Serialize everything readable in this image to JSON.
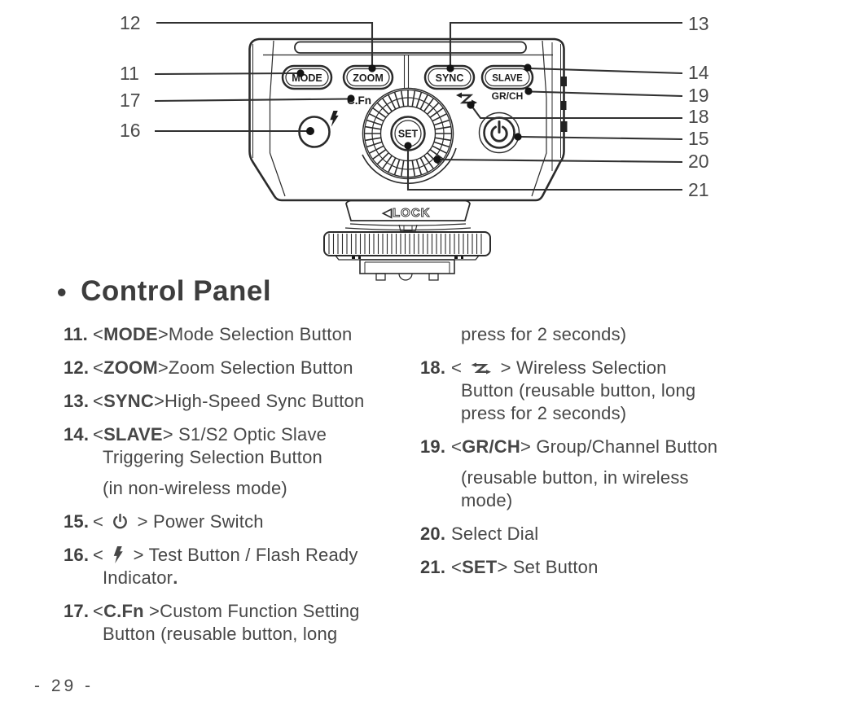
{
  "heading": {
    "bullet": "•",
    "text": "Control Panel"
  },
  "page_number": "- 29 -",
  "diagram": {
    "buttons": {
      "mode": "MODE",
      "zoom": "ZOOM",
      "sync": "SYNC",
      "slave": "SLAVE",
      "set": "SET"
    },
    "labels": {
      "cfn": "C.Fn",
      "grch": "GR/CH",
      "lock": "◁LOCK"
    },
    "callouts": {
      "n11": "11",
      "n12": "12",
      "n13": "13",
      "n14": "14",
      "n15": "15",
      "n16": "16",
      "n17": "17",
      "n18": "18",
      "n19": "19",
      "n20": "20",
      "n21": "21"
    }
  },
  "legend": {
    "left_items": [
      {
        "num": "11.",
        "lines": [
          {
            "seg": [
              {
                "t": "<"
              },
              {
                "t": "MODE",
                "b": true
              },
              {
                "t": ">Mode Selection Button"
              }
            ]
          }
        ]
      },
      {
        "num": "12.",
        "lines": [
          {
            "seg": [
              {
                "t": "<"
              },
              {
                "t": "ZOOM",
                "b": true
              },
              {
                "t": ">Zoom Selection Button"
              }
            ]
          }
        ]
      },
      {
        "num": "13.",
        "lines": [
          {
            "seg": [
              {
                "t": "<"
              },
              {
                "t": "SYNC",
                "b": true
              },
              {
                "t": ">High-Speed Sync Button"
              }
            ]
          }
        ]
      },
      {
        "num": "14.",
        "lines": [
          {
            "seg": [
              {
                "t": "<"
              },
              {
                "t": "SLAVE",
                "b": true
              },
              {
                "t": "> S1/S2 Optic Slave"
              }
            ]
          },
          {
            "w": true,
            "seg": [
              {
                "t": "Triggering Selection Button"
              }
            ]
          },
          {
            "w": true,
            "gap": true,
            "seg": [
              {
                "t": "(in non-wireless mode)"
              }
            ]
          }
        ]
      },
      {
        "num": "15.",
        "gap": true,
        "lines": [
          {
            "seg": [
              {
                "t": "< "
              },
              {
                "icon": "power-icon"
              },
              {
                "t": " > Power Switch"
              }
            ]
          }
        ]
      },
      {
        "num": "16.",
        "lines": [
          {
            "seg": [
              {
                "t": "< "
              },
              {
                "icon": "flash-icon"
              },
              {
                "t": " > Test Button / Flash Ready"
              }
            ]
          },
          {
            "w": true,
            "seg": [
              {
                "t": "Indicator"
              },
              {
                "t": ".",
                "b": true
              }
            ]
          }
        ]
      },
      {
        "num": "17.",
        "gap": true,
        "lines": [
          {
            "seg": [
              {
                "t": "<"
              },
              {
                "t": "C.Fn",
                "b": true
              },
              {
                "t": " >Custom Function Setting"
              }
            ]
          },
          {
            "w": true,
            "seg": [
              {
                "t": "Button (reusable button, long"
              }
            ]
          }
        ]
      }
    ],
    "right_items": [
      {
        "num": "",
        "lines": [
          {
            "w": true,
            "seg": [
              {
                "t": "press for 2 seconds)"
              }
            ]
          }
        ]
      },
      {
        "num": "18.",
        "gap": true,
        "lines": [
          {
            "seg": [
              {
                "t": "< "
              },
              {
                "icon": "wireless-icon"
              },
              {
                "t": " > Wireless Selection"
              }
            ]
          },
          {
            "w": true,
            "seg": [
              {
                "t": "Button (reusable button, long"
              }
            ]
          },
          {
            "w": true,
            "seg": [
              {
                "t": "press for 2 seconds)"
              }
            ]
          }
        ]
      },
      {
        "num": "19.",
        "gap": true,
        "lines": [
          {
            "seg": [
              {
                "t": "<"
              },
              {
                "t": "GR/CH",
                "b": true
              },
              {
                "t": "> Group/Channel Button"
              }
            ]
          },
          {
            "w": true,
            "gap": true,
            "seg": [
              {
                "t": "(reusable button, in wireless"
              }
            ]
          },
          {
            "w": true,
            "seg": [
              {
                "t": "mode)"
              }
            ]
          }
        ]
      },
      {
        "num": "20.",
        "gap": true,
        "lines": [
          {
            "seg": [
              {
                "t": "Select Dial"
              }
            ]
          }
        ]
      },
      {
        "num": "21.",
        "gap": true,
        "lines": [
          {
            "seg": [
              {
                "t": "<"
              },
              {
                "t": "SET",
                "b": true
              },
              {
                "t": "> Set Button"
              }
            ]
          }
        ]
      }
    ]
  }
}
